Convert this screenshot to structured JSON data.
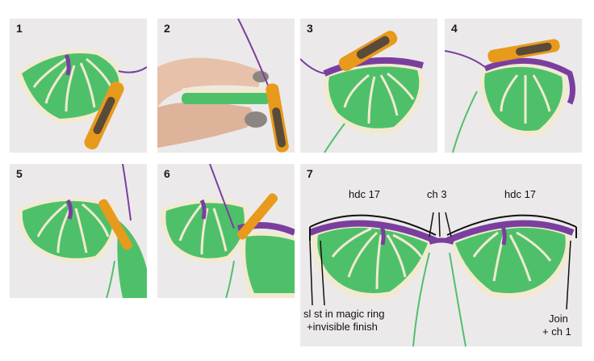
{
  "steps": [
    {
      "label": "1"
    },
    {
      "label": "2"
    },
    {
      "label": "3"
    },
    {
      "label": "4"
    },
    {
      "label": "5"
    },
    {
      "label": "6"
    },
    {
      "label": "7"
    }
  ],
  "annotations": {
    "hdc_left": "hdc 17",
    "ch3": "ch 3",
    "hdc_right": "hdc 17",
    "sl_st_line1": "sl st in magic ring",
    "sl_st_line2": "+invisible finish",
    "join_line1": "Join",
    "join_line2": "+ ch 1"
  },
  "colors": {
    "panel_bg": "#ece9ea",
    "leaf_green": "#4fc06a",
    "leaf_edge": "#f2ead0",
    "yarn_purple": "#7a3f9e",
    "hook_orange": "#e79a1c",
    "hook_grip": "#5a4a3a"
  }
}
